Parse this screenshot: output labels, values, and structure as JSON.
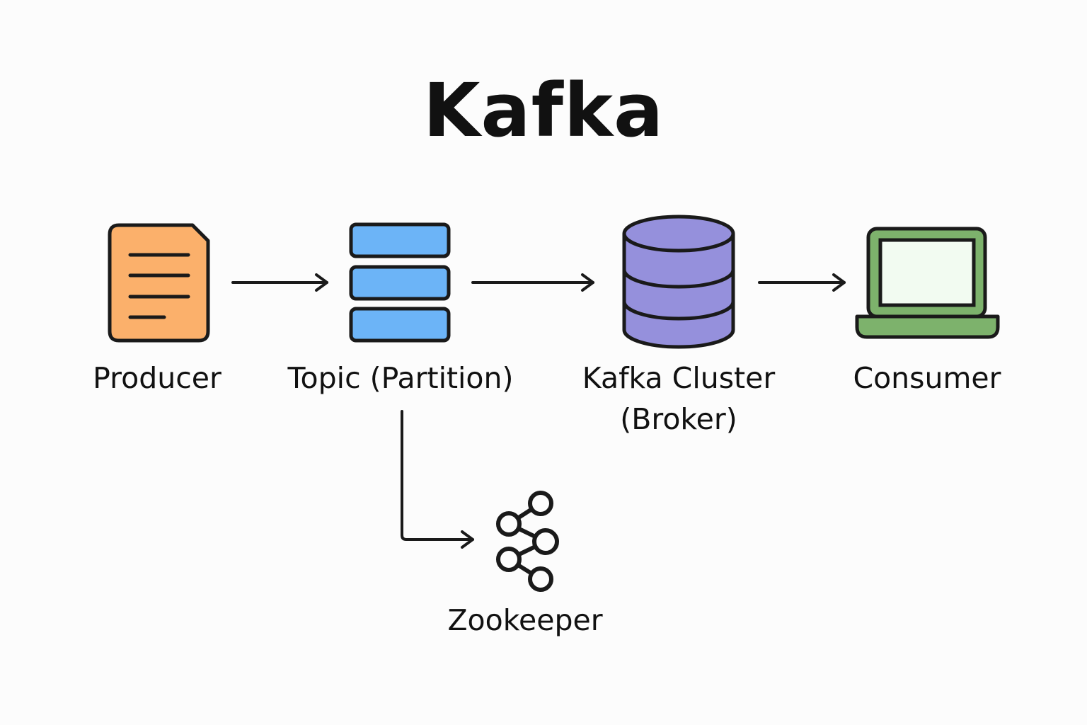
{
  "title": "Kafka",
  "nodes": {
    "producer": {
      "label": "Producer",
      "icon": "document-icon",
      "color": "#FBB06B"
    },
    "topic": {
      "label": "Topic (Partition)",
      "icon": "partition-stack-icon",
      "color": "#6CB4F7"
    },
    "cluster": {
      "label_line1": "Kafka Cluster",
      "label_line2": "(Broker)",
      "icon": "database-icon",
      "color": "#9590DC"
    },
    "consumer": {
      "label": "Consumer",
      "icon": "laptop-icon",
      "color": "#7DB26C",
      "screen_color": "#F2FBF1"
    },
    "zookeeper": {
      "label": "Zookeeper",
      "icon": "node-graph-icon"
    }
  },
  "colors": {
    "stroke": "#1a1a1a",
    "background": "#fcfcfc"
  }
}
